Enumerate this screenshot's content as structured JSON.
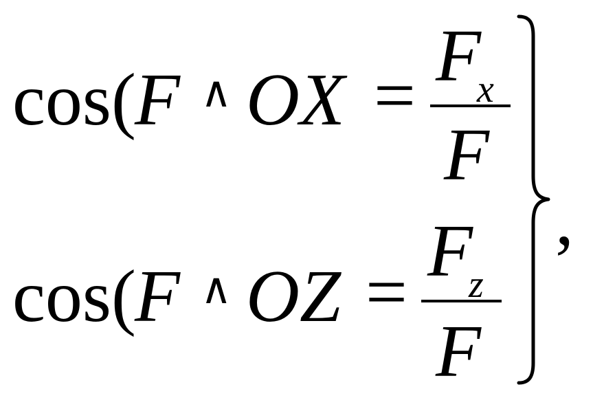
{
  "equations": [
    {
      "func": "cos(",
      "vector": "F",
      "wedge": "∧",
      "axis": "OX",
      "equals": "=",
      "num_var": "F",
      "num_sub": "x",
      "den_var": "F"
    },
    {
      "func": "cos(",
      "vector": "F",
      "wedge": "∧",
      "axis": "OZ",
      "equals": "=",
      "num_var": "F",
      "num_sub": "z",
      "den_var": "F"
    }
  ],
  "trailing_punct": ","
}
